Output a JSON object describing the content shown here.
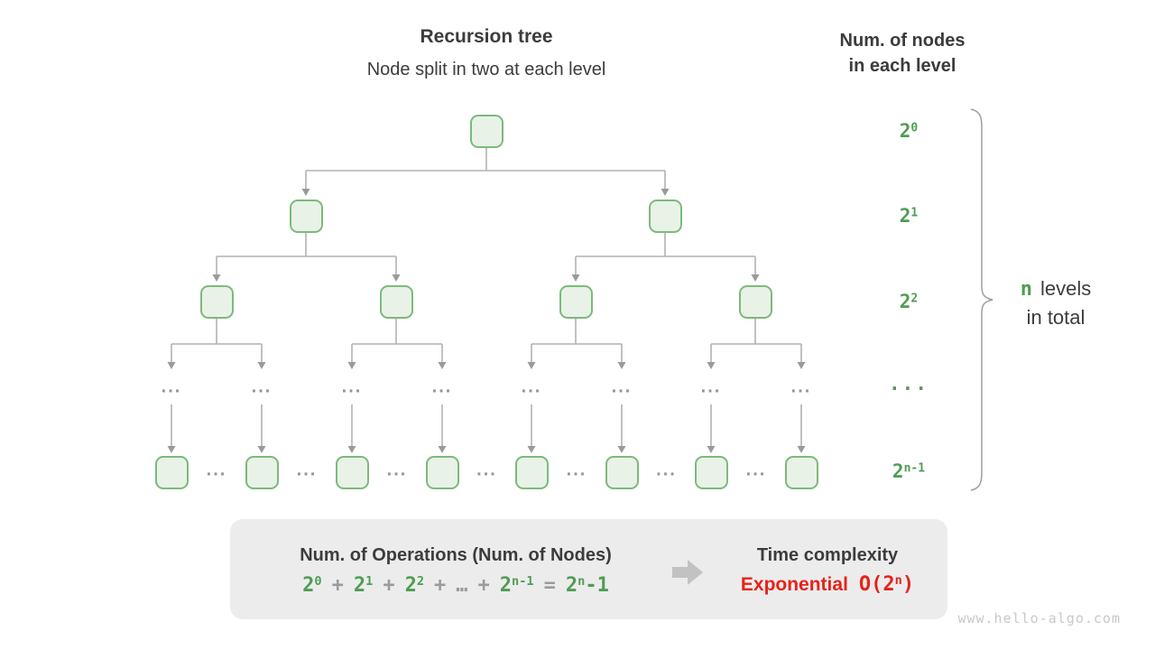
{
  "header": {
    "title": "Recursion tree",
    "subtitle": "Node split in two at each level"
  },
  "right_header": {
    "line1": "Num. of nodes",
    "line2": "in each level"
  },
  "tree": {
    "levels": [
      {
        "nodes": 1,
        "label": {
          "t": "2",
          "sup": "0"
        }
      },
      {
        "nodes": 2,
        "label": {
          "t": "2",
          "sup": "1"
        }
      },
      {
        "nodes": 4,
        "label": {
          "t": "2",
          "sup": "2"
        }
      },
      {
        "nodes": 8,
        "ellipsis_row": true,
        "label": {
          "t": "...",
          "c": "dots"
        }
      },
      {
        "nodes": 8,
        "label": {
          "t": "2",
          "sup": "n-1"
        }
      }
    ],
    "ellipsis_mark": "...",
    "bottom_row_ellipsis": "..."
  },
  "brace_label": {
    "n": "n",
    "line1_rest": "levels",
    "line2": "in total"
  },
  "summary": {
    "operations_title": "Num. of Operations (Num. of Nodes)",
    "formula": [
      {
        "t": "2",
        "sup": "0",
        "c": "g"
      },
      {
        "t": "+",
        "c": "y"
      },
      {
        "t": "2",
        "sup": "1",
        "c": "g"
      },
      {
        "t": "+",
        "c": "y"
      },
      {
        "t": "2",
        "sup": "2",
        "c": "g"
      },
      {
        "t": "+",
        "c": "y"
      },
      {
        "t": "…",
        "c": "y"
      },
      {
        "t": "+",
        "c": "y"
      },
      {
        "t": "2",
        "sup": "n-1",
        "c": "g"
      },
      {
        "t": "=",
        "c": "y"
      },
      {
        "t": "2",
        "sup": "n",
        "tail": "-1",
        "c": "g"
      }
    ],
    "time_title": "Time complexity",
    "complexity_name": "Exponential",
    "complexity_o": {
      "t": "O(2",
      "sup": "n",
      "tail": ")"
    }
  },
  "watermark": "www.hello-algo.com",
  "colors": {
    "green": "#4f9d53",
    "red": "#e5231b",
    "dark": "#3c3c3c",
    "node_fill": "#e9f2e7",
    "node_border": "#7cba7c",
    "line": "#b2b2b2",
    "arrow": "#9a9a9a",
    "box_bg": "#ececec",
    "big_arrow": "#c2c2c2",
    "gray_text": "#9b9b9b",
    "dots": "#949494",
    "brace": "#9e9e9e",
    "watermark": "#c9c9c9"
  }
}
